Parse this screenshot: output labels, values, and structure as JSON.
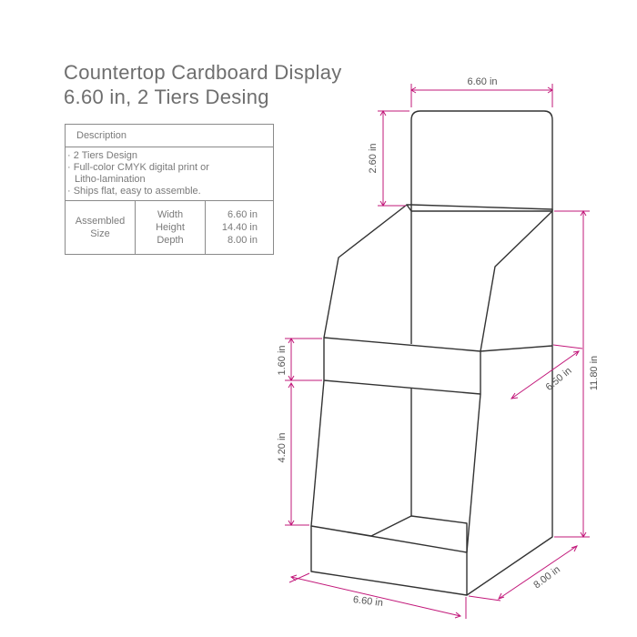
{
  "title": {
    "line1": "Countertop Cardboard Display",
    "line2": "6.60 in, 2 Tiers Desing"
  },
  "spec_table": {
    "header": "Description",
    "bullets": [
      "· 2 Tiers Design",
      "· Full-color CMYK digital print or",
      "  Litho-lamination",
      "· Ships flat, easy to assemble."
    ],
    "size_label": "Assembled Size",
    "dim_names": [
      "Width",
      "Height",
      "Depth"
    ],
    "dim_values": [
      "6.60 in",
      "14.40 in",
      "8.00 in"
    ]
  },
  "dimensions": {
    "top_width": "6.60 in",
    "header_height": "2.60 in",
    "total_height": "11.80 in",
    "tier_depth": "6.50 in",
    "lip_height": "1.60 in",
    "lower_height": "4.20 in",
    "base_width": "6.60 in",
    "base_depth": "8.00 in"
  },
  "colors": {
    "dimension_line": "#c2187a",
    "outline": "#333333",
    "text": "#6e6e6e"
  }
}
